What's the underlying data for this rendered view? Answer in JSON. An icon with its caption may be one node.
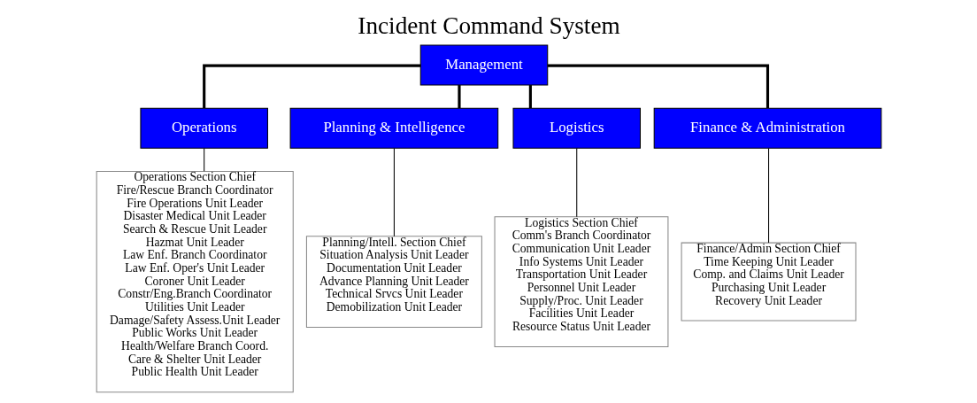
{
  "diagram": {
    "title": "Incident Command System",
    "nodes": [
      {
        "text": [
          "Management"
        ]
      },
      {
        "text": [
          "Operations"
        ]
      },
      {
        "text": [
          "Planning & Intelligence"
        ]
      },
      {
        "text": [
          "Logistics"
        ]
      },
      {
        "text": [
          "Finance & Administration"
        ]
      },
      {
        "text": [
          "Operations Section Chief",
          "Fire/Rescue Branch Coordinator",
          "Fire Operations Unit Leader",
          "Disaster Medical Unit Leader",
          "Search & Rescue Unit Leader",
          "Hazmat Unit Leader",
          "Law Enf. Branch Coordinator",
          "Law Enf. Oper's Unit Leader",
          "Coroner Unit Leader",
          "Constr/Eng.Branch Coordinator",
          "Utilities Unit Leader",
          "Damage/Safety Assess.Unit Leader",
          "Public Works Unit Leader",
          "Health/Welfare Branch Coord.",
          "Care & Shelter Unit Leader",
          "Public Health Unit Leader"
        ]
      },
      {
        "text": [
          "Planning/Intell. Section Chief",
          "Situation Analysis Unit Leader",
          "Documentation Unit Leader",
          "Advance Planning Unit Leader",
          "Technical Srvcs Unit Leader",
          "Demobilization Unit Leader"
        ]
      },
      {
        "text": [
          "Logistics Section Chief",
          "Comm's Branch Coordinator",
          "Communication Unit Leader",
          "Info Systems Unit Leader",
          "Transportation Unit Leader",
          "Personnel Unit Leader",
          "Supply/Proc. Unit Leader",
          "Facilities Unit Leader",
          "Resource Status Unit Leader"
        ]
      },
      {
        "text": [
          "Finance/Admin Section Chief",
          "Time Keeping Unit Leader",
          "Comp. and Claims Unit Leader",
          "Purchasing Unit Leader",
          "Recovery Unit Leader"
        ]
      }
    ],
    "edges": [
      {
        "from": 0,
        "to": 1,
        "arrow": "none",
        "style": "thick"
      },
      {
        "from": 0,
        "to": 2,
        "arrow": "none",
        "style": "thick"
      },
      {
        "from": 0,
        "to": 3,
        "arrow": "none",
        "style": "thick"
      },
      {
        "from": 0,
        "to": 4,
        "arrow": "none",
        "style": "thick"
      },
      {
        "from": 1,
        "to": 5,
        "arrow": "none"
      },
      {
        "from": 2,
        "to": 6,
        "arrow": "none"
      },
      {
        "from": 3,
        "to": 7,
        "arrow": "none"
      },
      {
        "from": 4,
        "to": 8,
        "arrow": "none"
      }
    ]
  }
}
